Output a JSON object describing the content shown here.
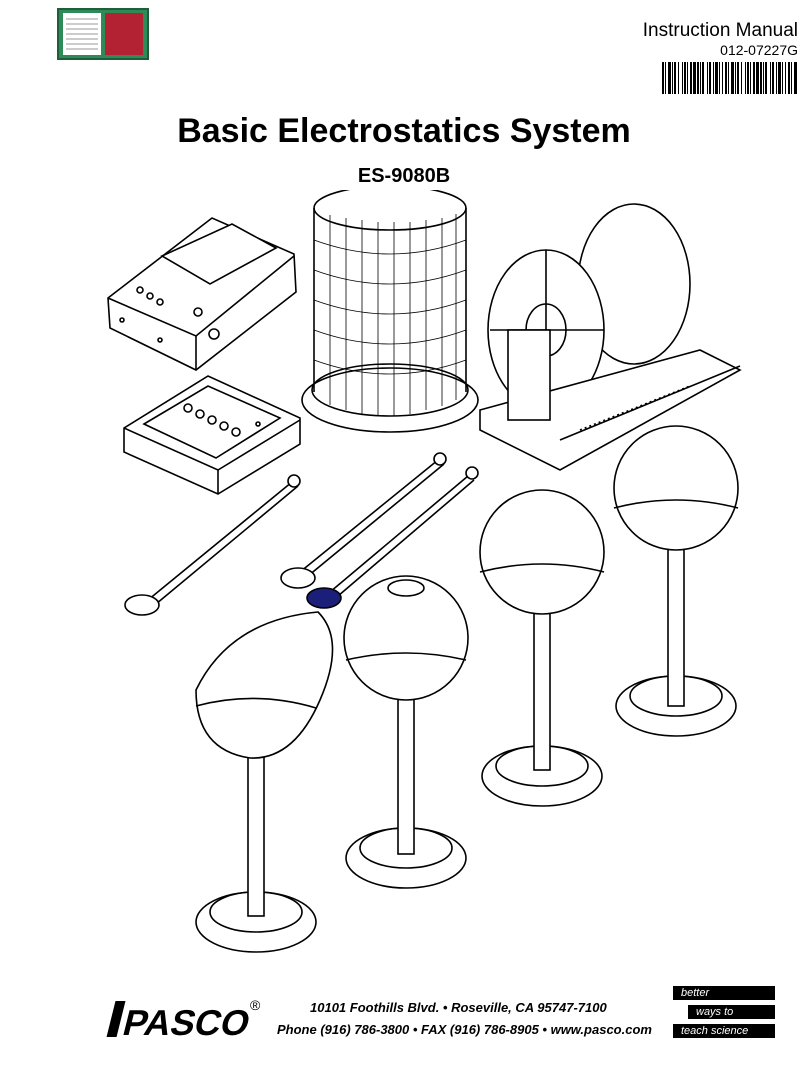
{
  "header": {
    "doc_type": "Instruction Manual",
    "doc_code": "012-07227G"
  },
  "title": "Basic Electrostatics System",
  "model": "ES-9080B",
  "footer": {
    "logo_text": "PASCO",
    "registered_mark": "®",
    "address": "10101 Foothills Blvd. •  Roseville, CA   95747-7100",
    "phone": "Phone (916) 786-3800 • FAX (916) 786-8905 • www.pasco.com",
    "tagline": [
      "better",
      "ways to",
      "teach science"
    ]
  },
  "colors": {
    "book_green": "#2e8b57",
    "book_red": "#b22233",
    "proof_plane_blue": "#1c1f7a"
  }
}
